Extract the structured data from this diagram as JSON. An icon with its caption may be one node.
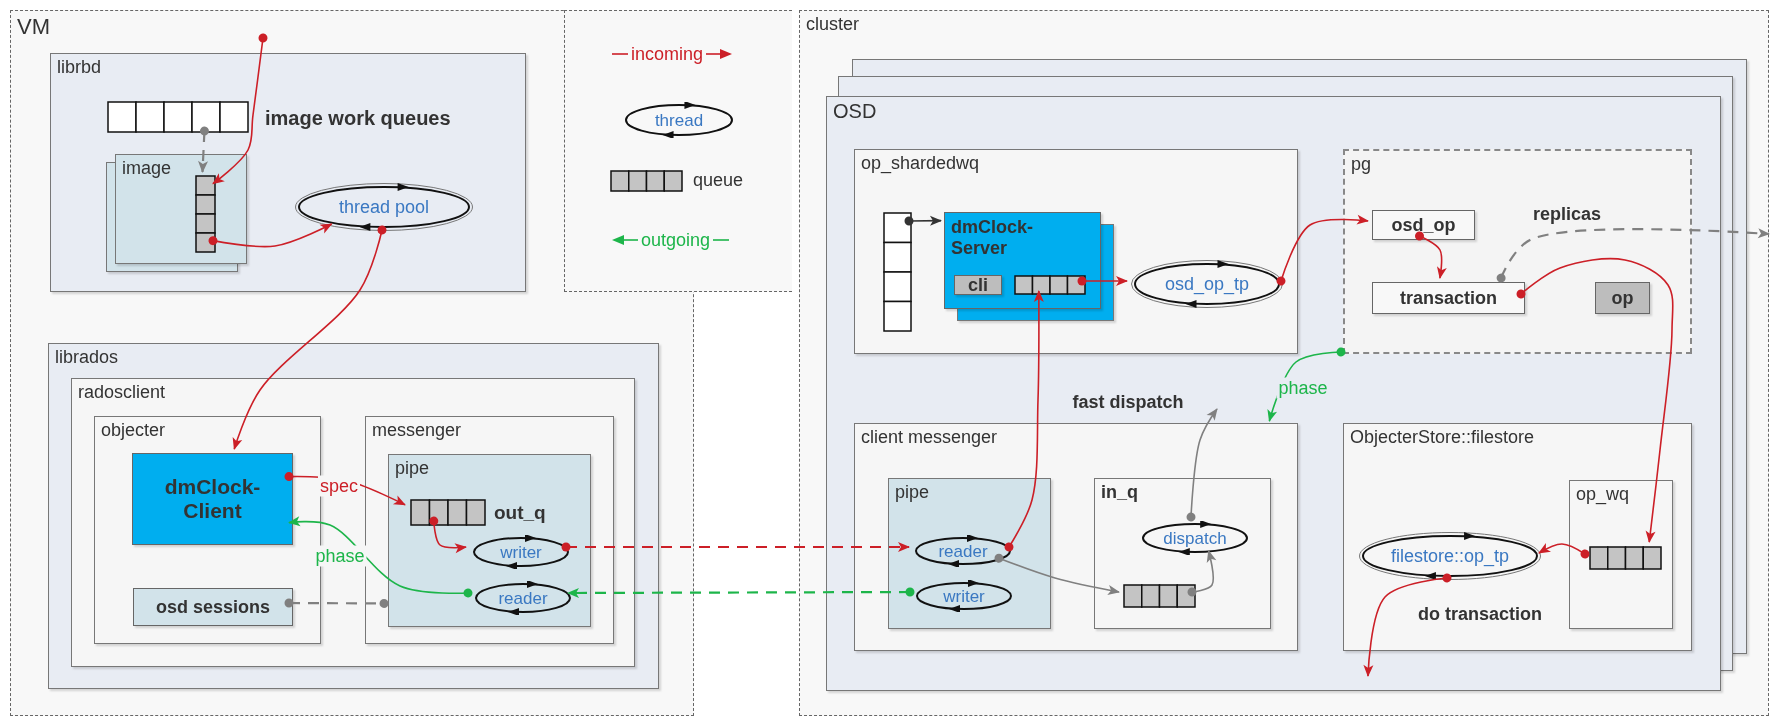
{
  "diagram": {
    "nodes": [
      {
        "text": [
          "VM"
        ]
      },
      {
        "text": [
          "librbd"
        ],
        "in": 0
      },
      {
        "text": [
          "image work queues"
        ],
        "in": 1
      },
      {
        "text": [
          "image"
        ],
        "in": 1
      },
      {
        "text": [],
        "shape": "box",
        "in": 3
      },
      {
        "text": [
          "thread pool"
        ],
        "in": 1
      },
      {
        "text": [
          "librados"
        ],
        "in": 0
      },
      {
        "text": [
          "radosclient"
        ],
        "in": 6
      },
      {
        "text": [
          "objecter"
        ],
        "in": 7
      },
      {
        "text": [
          "dmClock-Client"
        ],
        "in": 8
      },
      {
        "text": [
          "osd sessions"
        ],
        "in": 8
      },
      {
        "text": [
          "messenger"
        ],
        "in": 7
      },
      {
        "text": [
          "pipe"
        ],
        "in": 11
      },
      {
        "text": [
          "out_q"
        ],
        "in": 12
      },
      {
        "text": [
          "writer"
        ],
        "in": 12
      },
      {
        "text": [
          "reader"
        ],
        "in": 12
      },
      {
        "text": [
          "cluster"
        ]
      },
      {
        "text": [
          "OSD"
        ],
        "in": 16
      },
      {
        "text": [
          "op_shardedwq"
        ],
        "in": 17
      },
      {
        "text": [],
        "shape": "box",
        "in": 18
      },
      {
        "text": [
          "dmClock-Server"
        ],
        "in": 18
      },
      {
        "text": [
          "cli"
        ],
        "in": 20
      },
      {
        "text": [],
        "shape": "box",
        "in": 20
      },
      {
        "text": [
          "osd_op_tp"
        ],
        "in": 18
      },
      {
        "text": [
          "pg"
        ],
        "in": 17
      },
      {
        "text": [
          "osd_op"
        ],
        "in": 24
      },
      {
        "text": [
          "transaction"
        ],
        "in": 24
      },
      {
        "text": [
          "op"
        ],
        "in": 24
      },
      {
        "text": [
          "client messenger"
        ],
        "in": 17
      },
      {
        "text": [
          "pipe"
        ],
        "in": 28
      },
      {
        "text": [
          "reader"
        ],
        "in": 29
      },
      {
        "text": [
          "writer"
        ],
        "in": 29
      },
      {
        "text": [
          "in_q"
        ],
        "in": 28
      },
      {
        "text": [
          "dispatch"
        ],
        "in": 32
      },
      {
        "text": [],
        "shape": "box",
        "in": 32
      },
      {
        "text": [
          "ObjecterStore::filestore"
        ],
        "in": 17
      },
      {
        "text": [
          "filestore::op_tp"
        ],
        "in": 35
      },
      {
        "text": [
          "op_wq"
        ],
        "in": 35
      },
      {
        "text": [],
        "shape": "box",
        "in": 37
      }
    ],
    "edges": [
      {
        "from": null,
        "to": 4,
        "arrow": "to"
      },
      {
        "from": 2,
        "to": 4,
        "arrow": "to",
        "style": "dashed",
        "color": "#808080"
      },
      {
        "from": 4,
        "to": 5,
        "arrow": "to"
      },
      {
        "from": 5,
        "to": 9,
        "arrow": "to"
      },
      {
        "from": 9,
        "to": 13,
        "arrow": "to",
        "label": "spec"
      },
      {
        "from": 13,
        "to": 14,
        "arrow": "to"
      },
      {
        "from": 14,
        "to": 30,
        "arrow": "to",
        "style": "dashed"
      },
      {
        "from": 31,
        "to": 15,
        "arrow": "to",
        "style": "dashed",
        "color": "#1db54a"
      },
      {
        "from": 15,
        "to": 9,
        "arrow": "to",
        "label": "phase",
        "color": "#1db54a"
      },
      {
        "from": 10,
        "to": 12,
        "arrow": "other",
        "style": "dashed",
        "color": "#808080"
      },
      {
        "from": 30,
        "to": 22,
        "arrow": "to"
      },
      {
        "from": 22,
        "to": 23,
        "arrow": "to"
      },
      {
        "from": 19,
        "to": 20,
        "arrow": "to",
        "color": "#333333"
      },
      {
        "from": 23,
        "to": 25,
        "arrow": "to"
      },
      {
        "from": 25,
        "to": 26,
        "arrow": "to"
      },
      {
        "from": 26,
        "to": null,
        "arrow": "to",
        "label": "replicas",
        "style": "dashed",
        "color": "#808080"
      },
      {
        "from": 26,
        "to": 38,
        "arrow": "to"
      },
      {
        "from": 38,
        "to": 36,
        "arrow": "to"
      },
      {
        "from": 36,
        "to": null,
        "arrow": "to",
        "label": "do transaction"
      },
      {
        "from": 24,
        "to": 28,
        "arrow": "to",
        "label": "phase",
        "color": "#1db54a"
      },
      {
        "from": 30,
        "to": 34,
        "arrow": "to",
        "color": "#808080"
      },
      {
        "from": 34,
        "to": 33,
        "arrow": "to",
        "color": "#808080"
      },
      {
        "from": 33,
        "to": null,
        "arrow": "to",
        "label": "fast dispatch",
        "color": "#808080"
      }
    ],
    "legend": [
      {
        "text": "incoming"
      },
      {
        "text": "thread"
      },
      {
        "text": "queue"
      },
      {
        "text": "outgoing"
      }
    ]
  }
}
